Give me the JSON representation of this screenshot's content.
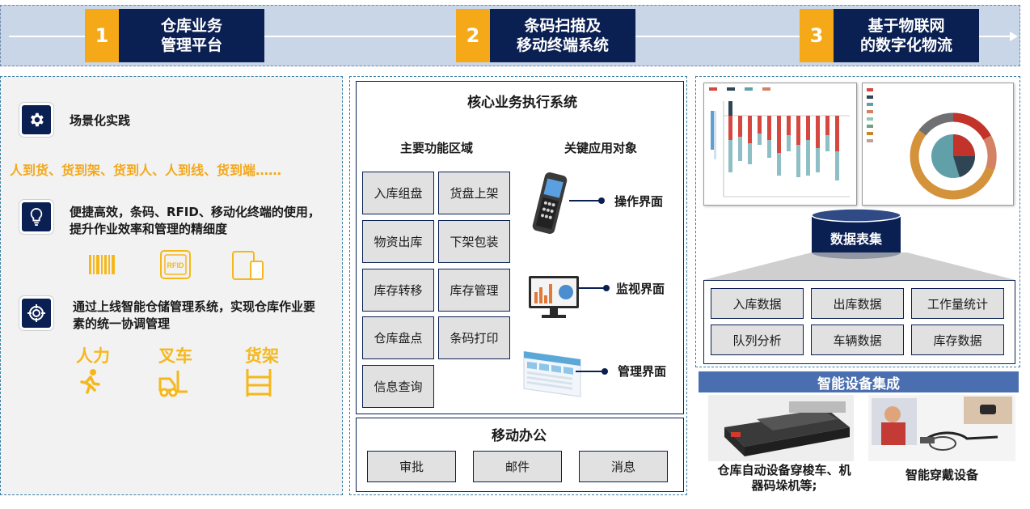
{
  "banner": {
    "steps": [
      {
        "num": "1",
        "label": "仓库业务\n管理平台"
      },
      {
        "num": "2",
        "label": "条码扫描及\n移动终端系统"
      },
      {
        "num": "3",
        "label": "基于物联网\n的数字化物流"
      }
    ]
  },
  "left": {
    "scene_title": "场景化实践",
    "scene_items": "人到货、货到架、货到人、人到线、货到端……",
    "efficiency_line1": "便捷高效，条码、RFID、移动化终端的使用，",
    "efficiency_line2": "提升作业效率和管理的精细度",
    "rfid_icon_text": "RFID",
    "wms_line1": "通过上线智能仓储管理系统，实现仓库作业要",
    "wms_line2": "素的统一协调管理",
    "resources": [
      {
        "label": "人力",
        "icon": "running-person-icon"
      },
      {
        "label": "叉车",
        "icon": "forklift-icon"
      },
      {
        "label": "货架",
        "icon": "shelf-icon"
      }
    ],
    "accent": "#f5a818",
    "navy": "#0a1f52"
  },
  "middle": {
    "title": "核心业务执行系统",
    "func_header": "主要功能区域",
    "app_header": "关键应用对象",
    "functions": [
      "入库组盘",
      "货盘上架",
      "物资出库",
      "下架包装",
      "库存转移",
      "库存管理",
      "仓库盘点",
      "条码打印",
      "信息查询"
    ],
    "apps": [
      "操作界面",
      "监视界面",
      "管理界面"
    ],
    "mobile_title": "移动办公",
    "mobile_items": [
      "审批",
      "邮件",
      "消息"
    ]
  },
  "right": {
    "db_label": "数据表集",
    "data_items": [
      "入库数据",
      "出库数据",
      "工作量统计",
      "队列分析",
      "车辆数据",
      "库存数据"
    ],
    "smart_title": "智能设备集成",
    "device_captions": [
      "仓库自动设备穿梭车、机\n器码垛机等;",
      "智能穿戴设备"
    ]
  }
}
